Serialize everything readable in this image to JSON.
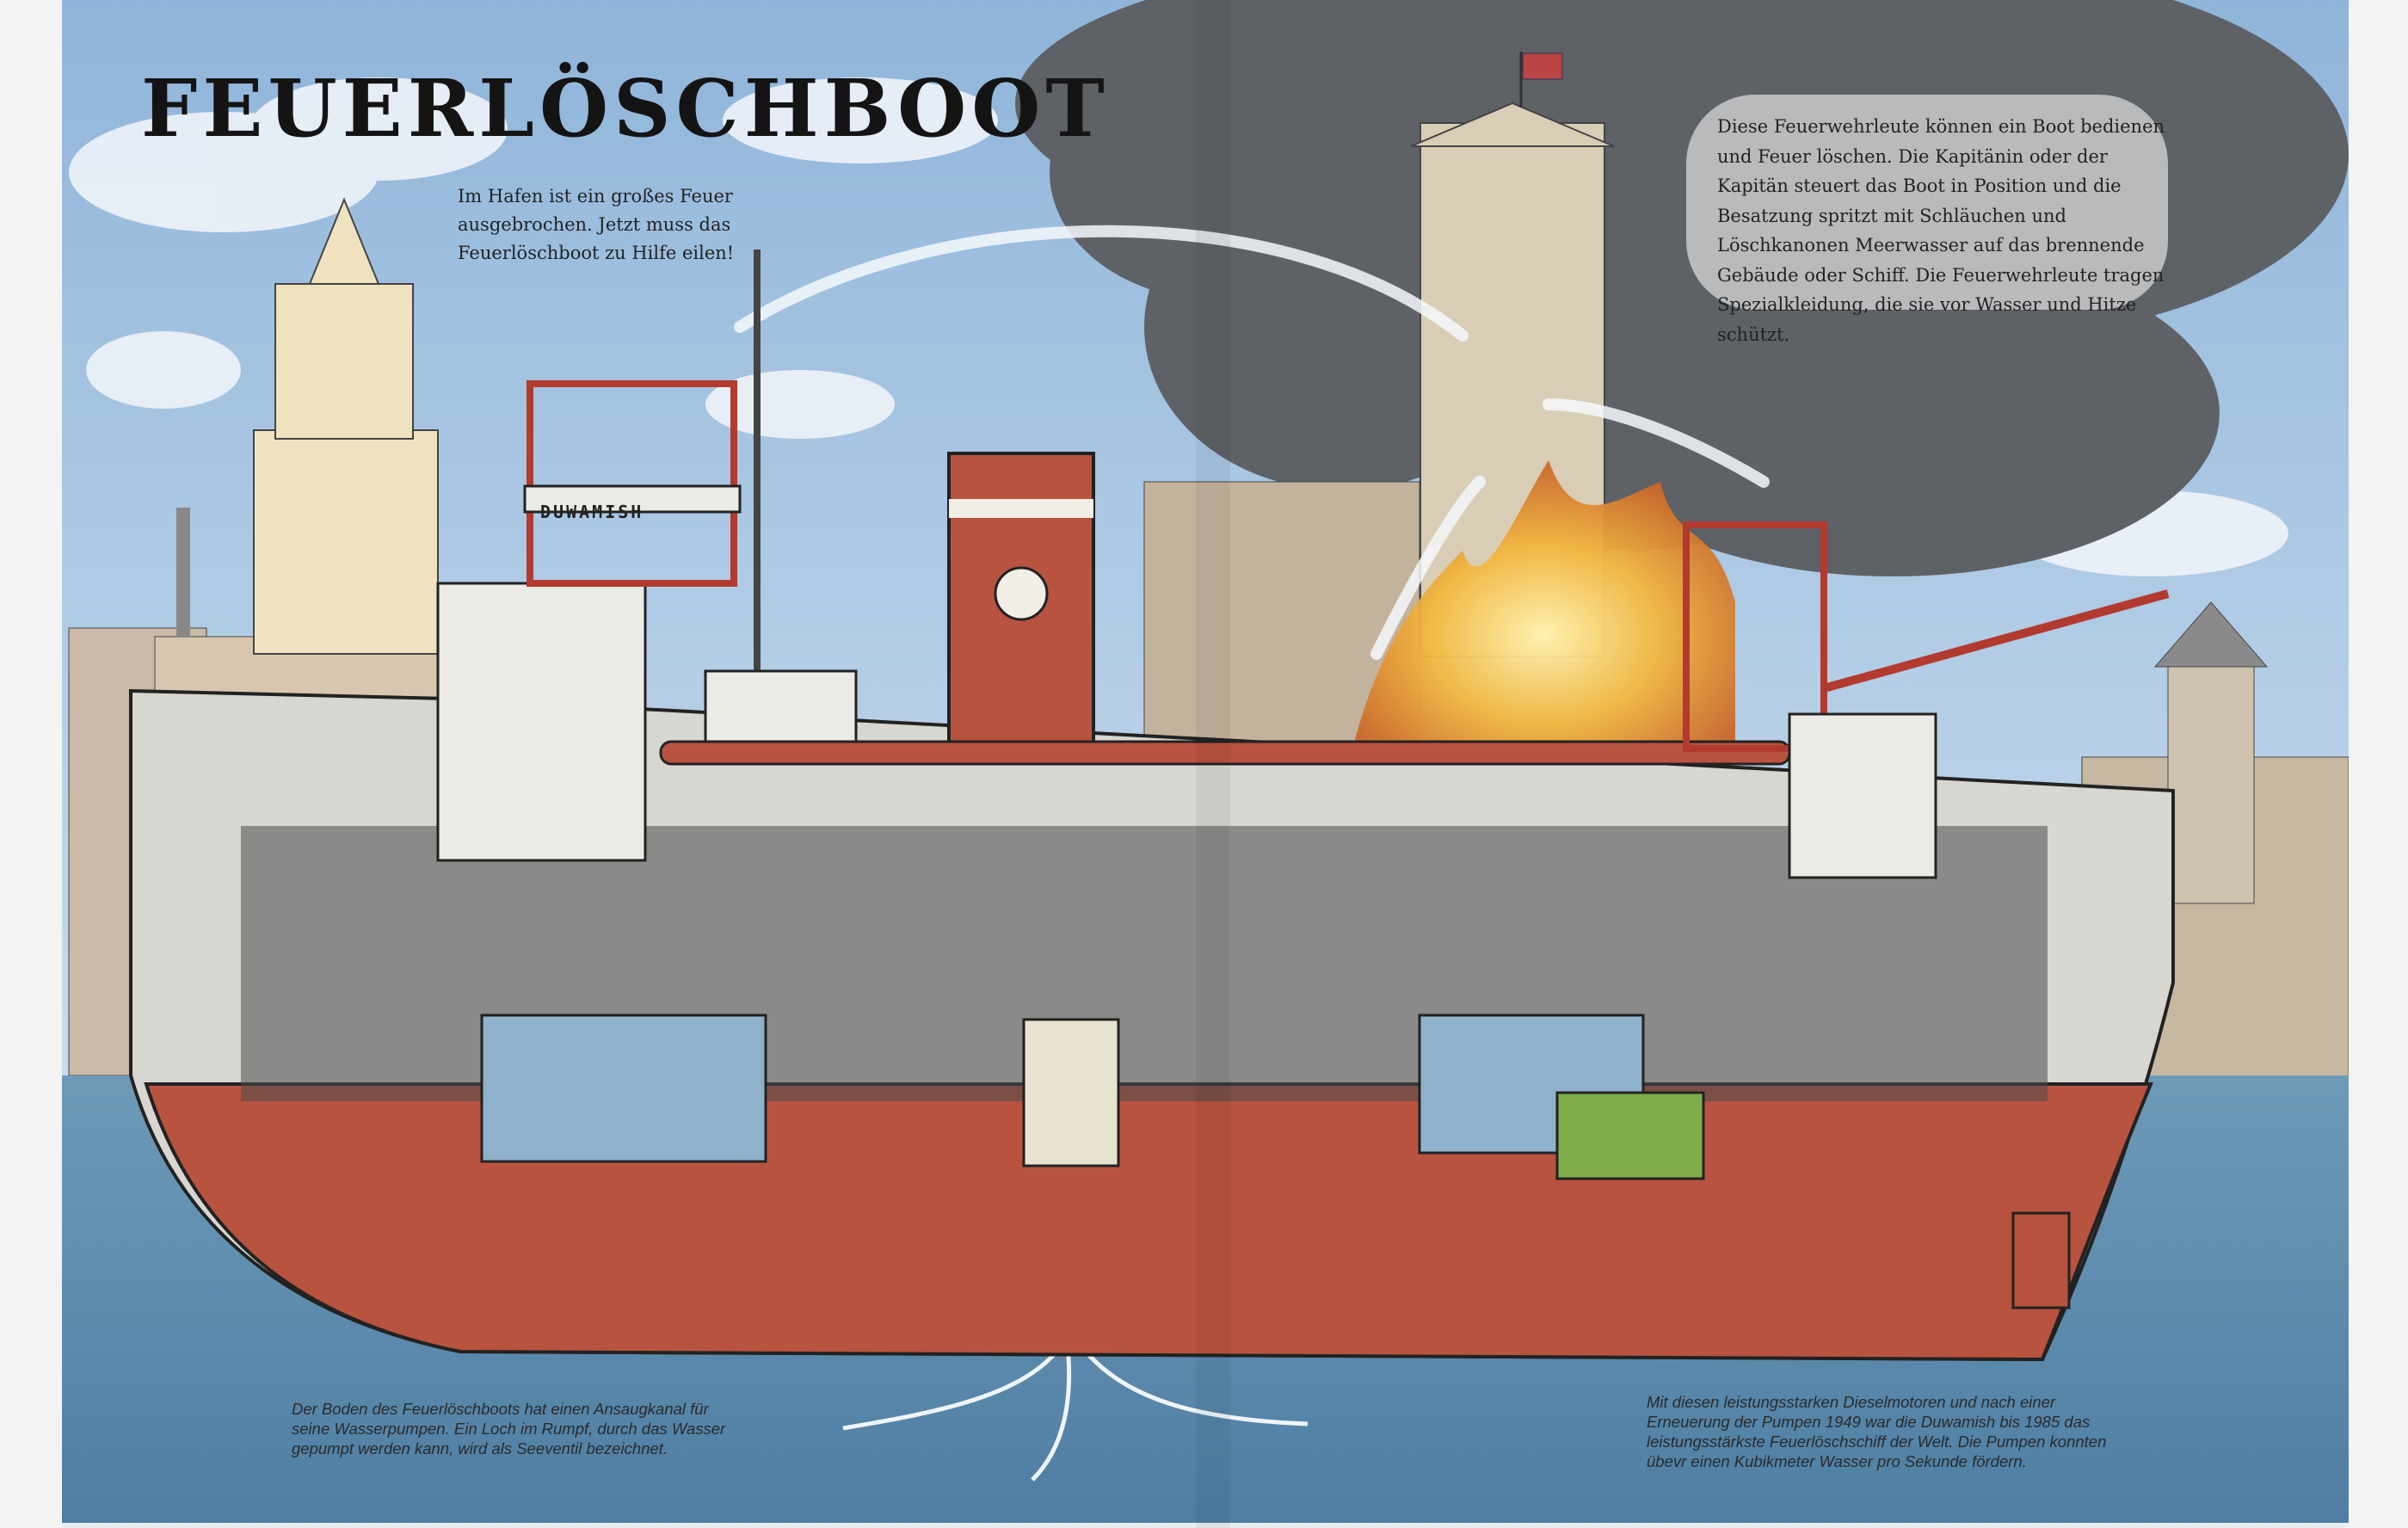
{
  "page": {
    "title": "FEUERLÖSCHBOOT",
    "intro_text": "Im Hafen ist ein großes Feuer ausgebrochen. Jetzt muss das Feuerlöschboot zu Hilfe eilen!",
    "info_text": "Diese Feuerwehrleute können ein Boot bedienen und Feuer löschen. Die Kapitänin oder der Kapitän steuert das Boot in Position und die Besatzung spritzt mit Schläuchen und Löschkanonen Meerwasser auf das brennende Gebäude oder Schiff. Die Feuerwehrleute tragen Spezialkleidung, die sie vor Wasser und Hitze schützt.",
    "caption_left": "Der Boden des Feuerlöschboots hat einen Ansaugkanal für seine Wasserpumpen. Ein Loch im Rumpf, durch das Wasser gepumpt werden kann, wird als Seeventil bezeichnet.",
    "caption_right": "Mit diesen leistungsstarken Dieselmotoren und nach einer Erneuerung der Pumpen 1949 war die Duwamish bis 1985 das leistungsstärkste Feuerlöschschiff der Welt. Die Pumpen konnten übevr einen Kubikmeter Wasser pro Sekunde fördern."
  },
  "illustration": {
    "boat_name": "DUWAMISH",
    "colors": {
      "sky": "#a9c7e3",
      "smoke": "#5e6166",
      "hull_red": "#b8533f",
      "water": "#5f8fb0",
      "flames": "#f0b23a",
      "engine_blue": "#8fb2cc",
      "engine_green": "#7fae4a"
    }
  }
}
